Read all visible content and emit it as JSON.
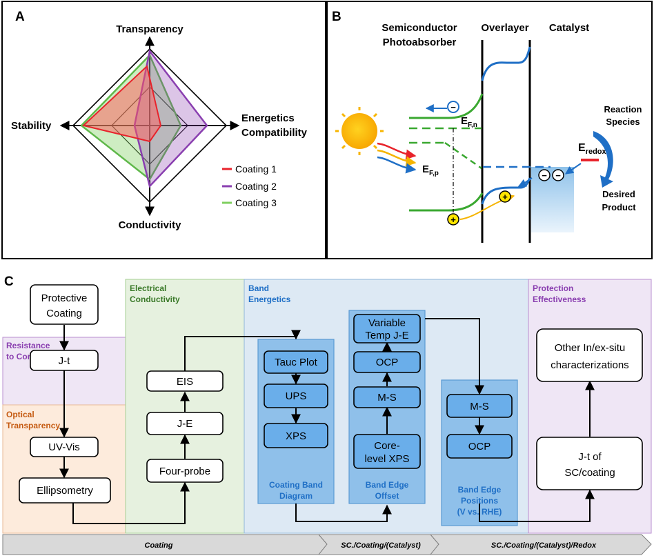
{
  "panels": {
    "a": "A",
    "b": "B",
    "c": "C"
  },
  "radar": {
    "axes": {
      "top": "Transparency",
      "left": "Stability",
      "right_line1": "Energetics",
      "right_line2": "Compatibility",
      "bottom": "Conductivity"
    },
    "legend": [
      {
        "label": "Coating 1",
        "color": "#e8232b"
      },
      {
        "label": "Coating 2",
        "color": "#8a3fb0"
      },
      {
        "label": "Coating 3",
        "color": "#7fcf5f"
      }
    ]
  },
  "band": {
    "semiconductor_line1": "Semiconductor",
    "semiconductor_line2": "Photoabsorber",
    "overlayer": "Overlayer",
    "catalyst": "Catalyst",
    "efn_main": "E",
    "efn_sub": "F,n",
    "efp_main": "E",
    "efp_sub": "F,p",
    "eredox_main": "E",
    "eredox_sub": "redox",
    "reaction_line1": "Reaction",
    "reaction_line2": "Species",
    "product_line1": "Desired",
    "product_line2": "Product",
    "electron": "−",
    "hole": "+"
  },
  "flow": {
    "sections": {
      "resistance_line1": "Resistance",
      "resistance_line2": "to Corrosion",
      "optical_line1": "Optical",
      "optical_line2": "Transparency",
      "electrical_line1": "Electrical",
      "electrical_line2": "Conductivity",
      "band_line1": "Band",
      "band_line2": "Energetics",
      "protection_line1": "Protection",
      "protection_line2": "Effectiveness"
    },
    "boxes": {
      "protective_line1": "Protective",
      "protective_line2": "Coating",
      "jt": "J-t",
      "uvvis": "UV-Vis",
      "ellipsometry": "Ellipsometry",
      "eis": "EIS",
      "je": "J-E",
      "fourprobe": "Four-probe",
      "tauc": "Tauc Plot",
      "ups": "UPS",
      "xps": "XPS",
      "vartemp_line1": "Variable",
      "vartemp_line2": "Temp J-E",
      "ocp1": "OCP",
      "ms1": "M-S",
      "core_line1": "Core-",
      "core_line2": "level XPS",
      "ms2": "M-S",
      "ocp2": "OCP",
      "other_line1": "Other In/ex-situ",
      "other_line2": "characterizations",
      "jtsc_line1": "J-t of",
      "jtsc_line2": "SC/coating"
    },
    "group_labels": {
      "coating_band_line1": "Coating Band",
      "coating_band_line2": "Diagram",
      "band_edge_offset_line1": "Band Edge",
      "band_edge_offset_line2": "Offset",
      "band_edge_pos_line1": "Band Edge",
      "band_edge_pos_line2": "Positions",
      "band_edge_pos_line3": "(V vs. RHE)"
    },
    "bottom_bar": [
      "Coating",
      "SC./Coating/(Catalyst)",
      "SC./Coating/(Catalyst)/Redox"
    ]
  }
}
